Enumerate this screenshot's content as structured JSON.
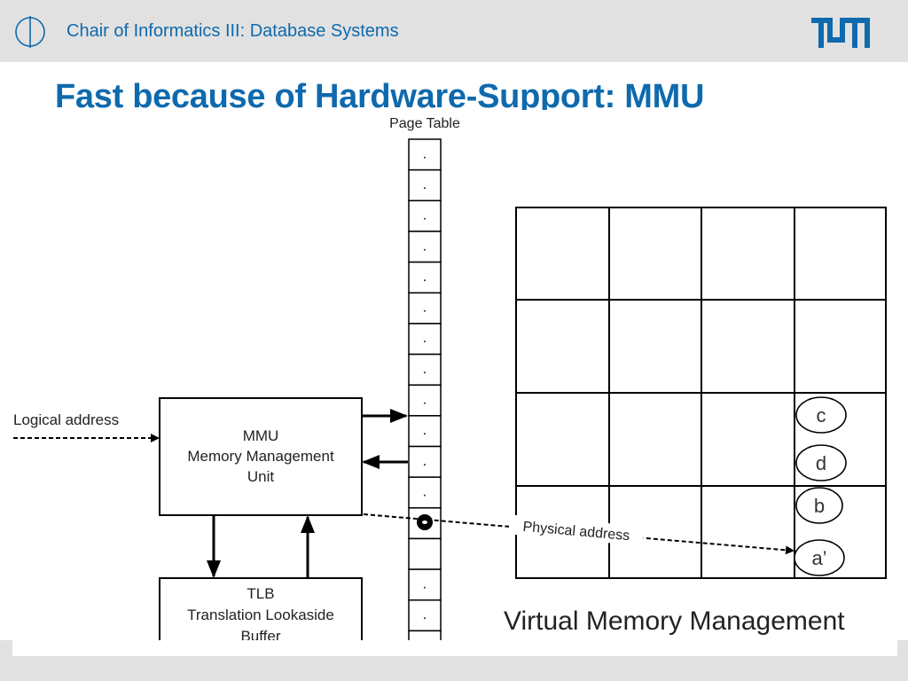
{
  "header": {
    "chair_title": "Chair of Informatics III: Database Systems",
    "logo_icon": "chair-logo-icon",
    "tum_logo": "tum-logo"
  },
  "slide": {
    "title": "Fast because of Hardware-Support: MMU"
  },
  "diagram": {
    "page_table_label": "Page Table",
    "page_table_entries": [
      ".",
      ".",
      ".",
      ".",
      ".",
      ".",
      ".",
      ".",
      ".",
      ".",
      ".",
      ".",
      ".",
      "",
      ".",
      ".",
      "."
    ],
    "logical_address_label": "Logical address",
    "mmu_box": [
      "MMU",
      "Memory Management",
      "Unit"
    ],
    "tlb_box": [
      "TLB",
      "Translation Lookaside",
      "Buffer"
    ],
    "physical_address_label": "Physical address",
    "memory_cells": [
      "c",
      "d",
      "b",
      "a’"
    ],
    "caption": "Virtual Memory Management"
  },
  "colors": {
    "accent": "#0e6aad",
    "header_bg": "#e1e1e1"
  }
}
